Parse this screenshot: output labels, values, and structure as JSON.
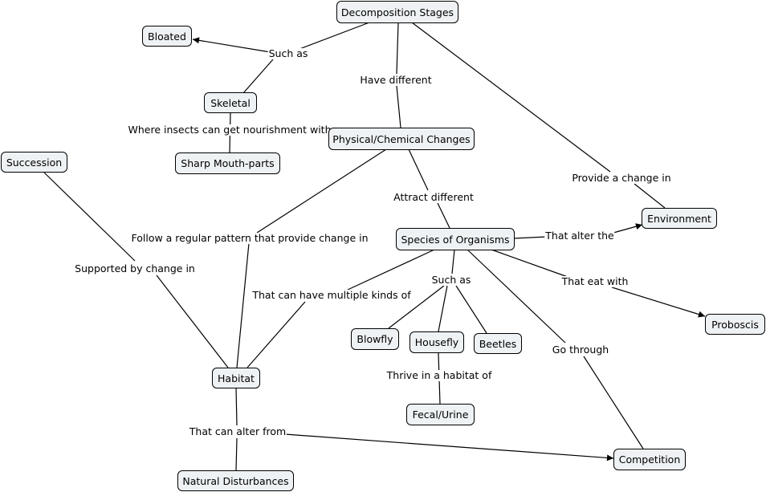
{
  "nodes": {
    "decomposition": "Decomposition Stages",
    "bloated": "Bloated",
    "skeletal": "Skeletal",
    "sharp": "Sharp Mouth-parts",
    "physical": "Physical/Chemical Changes",
    "succession": "Succession",
    "environment": "Environment",
    "species": "Species of Organisms",
    "proboscis": "Proboscis",
    "blowfly": "Blowfly",
    "housefly": "Housefly",
    "beetles": "Beetles",
    "habitat": "Habitat",
    "fecal": "Fecal/Urine",
    "competition": "Competition",
    "natural": "Natural Disturbances"
  },
  "links": {
    "such_as_1": "Such as",
    "have_different": "Have different",
    "provide_change": "Provide a change in",
    "where_insects": "Where insects can get nourishment with",
    "attract_different": "Attract different",
    "follow_pattern": "Follow a regular pattern that provide change in",
    "that_alter_the": "That alter the",
    "supported_by": "Supported by change in",
    "such_as_2": "Such as",
    "that_eat_with": "That eat with",
    "multiple_kinds": "That can have multiple kinds of",
    "go_through": "Go through",
    "thrive": "Thrive in a habitat of",
    "alter_from": "That can alter from"
  }
}
